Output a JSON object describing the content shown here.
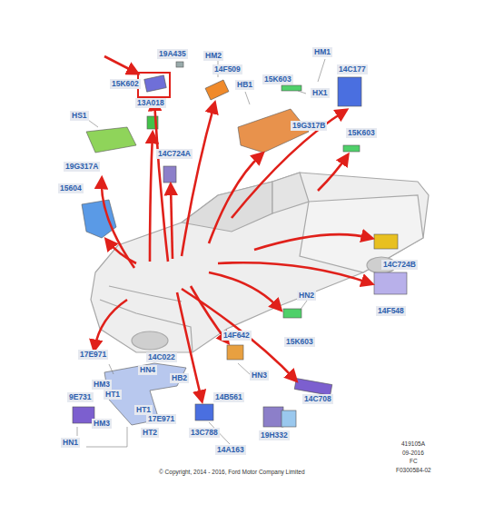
{
  "diagram": {
    "labels": [
      "19A435",
      "15K602",
      "HM2",
      "14F509",
      "HM1",
      "14C177",
      "15K603",
      "HX1",
      "HB1",
      "19G317B",
      "13A018",
      "HS1",
      "15K603",
      "19G317A",
      "14C724A",
      "15604",
      "14C724B",
      "HN2",
      "14F548",
      "15K603",
      "14F642",
      "HN3",
      "14C708",
      "17E971",
      "14C022",
      "HN4",
      "HB2",
      "HM3",
      "HT1",
      "9E731",
      "HT1",
      "17E971",
      "HM3",
      "HT2",
      "HN1",
      "14B561",
      "13C788",
      "14A163",
      "19H332",
      "© Copyright, 2014 - 2016, Ford Motor Company Limited",
      "419105A",
      "09-2016",
      "FC",
      "F0300584-02"
    ]
  }
}
